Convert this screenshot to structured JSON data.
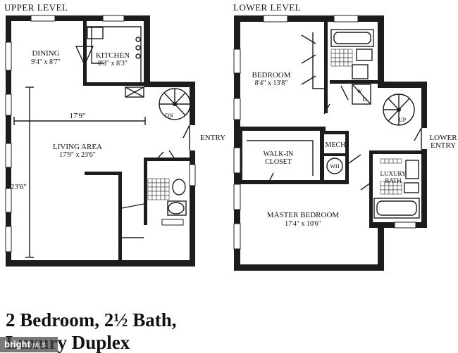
{
  "levels": {
    "upper": "UPPER LEVEL",
    "lower": "LOWER LEVEL"
  },
  "rooms": {
    "dining": {
      "name": "DINING",
      "size": "9'4\" x 8'7\""
    },
    "kitchen": {
      "name": "KITCHEN",
      "size": "8'3\" x 8'3\""
    },
    "living": {
      "name": "LIVING AREA",
      "size": "17'9\" x 23'6\""
    },
    "bedroom": {
      "name": "BEDROOM",
      "size": "8'4\" x 13'8\""
    },
    "walkin": {
      "name1": "WALK-IN",
      "name2": "CLOSET"
    },
    "master": {
      "name": "MASTER BEDROOM",
      "size": "17'4\" x 10'6\""
    },
    "luxury": {
      "name1": "LUXURY",
      "name2": "BATH"
    }
  },
  "dimensions": {
    "width": "17'9\"",
    "height": "23'6\""
  },
  "marks": {
    "dn": "DN",
    "up": "UP",
    "entry": "ENTRY",
    "lower_entry1": "LOWER",
    "lower_entry2": "ENTRY",
    "mech": "MECH",
    "wh": "WH",
    "w": "W",
    "d": "D"
  },
  "headline": {
    "line1": "2 Bedroom, 2½ Bath,",
    "line2": "Luxury Duplex"
  },
  "watermark": {
    "brand": "bright",
    "suffix": "MLS"
  }
}
